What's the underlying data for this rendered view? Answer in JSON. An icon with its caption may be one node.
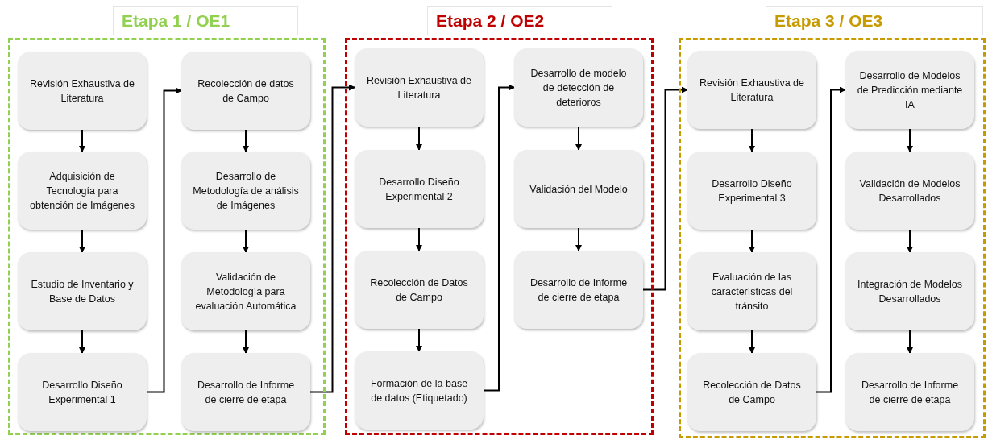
{
  "diagram": {
    "nodes": [
      {
        "text": [
          "Etapa 1 / OE1"
        ]
      },
      {
        "text": [
          "Revisión Exhaustiva de Literatura"
        ],
        "in": 0
      },
      {
        "text": [
          "Adquisición de Tecnología para obtención de Imágenes"
        ],
        "in": 0
      },
      {
        "text": [
          "Estudio de Inventario y Base de Datos"
        ],
        "in": 0
      },
      {
        "text": [
          "Desarrollo Diseño Experimental 1"
        ],
        "in": 0
      },
      {
        "text": [
          "Recolección de datos de Campo"
        ],
        "in": 0
      },
      {
        "text": [
          "Desarrollo de Metodología de análisis de Imágenes"
        ],
        "in": 0
      },
      {
        "text": [
          "Validación de Metodología para evaluación Automática"
        ],
        "in": 0
      },
      {
        "text": [
          "Desarrollo de Informe de cierre de etapa"
        ],
        "in": 0
      },
      {
        "text": [
          "Etapa 2 / OE2"
        ]
      },
      {
        "text": [
          "Revisión Exhaustiva de Literatura"
        ],
        "in": 9
      },
      {
        "text": [
          "Desarrollo Diseño Experimental 2"
        ],
        "in": 9
      },
      {
        "text": [
          "Recolección de Datos de Campo"
        ],
        "in": 9
      },
      {
        "text": [
          "Formación de la base de datos (Etiquetado)"
        ],
        "in": 9
      },
      {
        "text": [
          "Desarrollo de modelo de detección de deterioros"
        ],
        "in": 9
      },
      {
        "text": [
          "Validación del Modelo"
        ],
        "in": 9
      },
      {
        "text": [
          "Desarrollo de Informe de cierre de etapa"
        ],
        "in": 9
      },
      {
        "text": [
          "Etapa 3 / OE3"
        ]
      },
      {
        "text": [
          "Revisión Exhaustiva de Literatura"
        ],
        "in": 17
      },
      {
        "text": [
          "Desarrollo Diseño Experimental 3"
        ],
        "in": 17
      },
      {
        "text": [
          "Evaluación de las características del tránsito"
        ],
        "in": 17
      },
      {
        "text": [
          "Recolección de Datos de Campo"
        ],
        "in": 17
      },
      {
        "text": [
          "Desarrollo de Modelos de Predicción mediante IA"
        ],
        "in": 17
      },
      {
        "text": [
          "Validación de Modelos Desarrollados"
        ],
        "in": 17
      },
      {
        "text": [
          "Integración de Modelos Desarrollados"
        ],
        "in": 17
      },
      {
        "text": [
          "Desarrollo de Informe de cierre de etapa"
        ],
        "in": 17
      }
    ],
    "edges": [
      {
        "from": 1,
        "to": 2,
        "arrow": "to"
      },
      {
        "from": 2,
        "to": 3,
        "arrow": "to"
      },
      {
        "from": 3,
        "to": 4,
        "arrow": "to"
      },
      {
        "from": 4,
        "to": 5,
        "arrow": "to"
      },
      {
        "from": 5,
        "to": 6,
        "arrow": "to"
      },
      {
        "from": 6,
        "to": 7,
        "arrow": "to"
      },
      {
        "from": 7,
        "to": 8,
        "arrow": "to"
      },
      {
        "from": 8,
        "to": 10,
        "arrow": "to"
      },
      {
        "from": 10,
        "to": 11,
        "arrow": "to"
      },
      {
        "from": 11,
        "to": 12,
        "arrow": "to"
      },
      {
        "from": 12,
        "to": 13,
        "arrow": "to"
      },
      {
        "from": 13,
        "to": 14,
        "arrow": "to"
      },
      {
        "from": 14,
        "to": 15,
        "arrow": "to"
      },
      {
        "from": 15,
        "to": 16,
        "arrow": "to"
      },
      {
        "from": 16,
        "to": 18,
        "arrow": "to"
      },
      {
        "from": 18,
        "to": 19,
        "arrow": "to"
      },
      {
        "from": 19,
        "to": 20,
        "arrow": "to"
      },
      {
        "from": 20,
        "to": 21,
        "arrow": "to"
      },
      {
        "from": 21,
        "to": 22,
        "arrow": "to"
      },
      {
        "from": 22,
        "to": 23,
        "arrow": "to"
      },
      {
        "from": 23,
        "to": 24,
        "arrow": "to"
      },
      {
        "from": 24,
        "to": 25,
        "arrow": "to"
      }
    ]
  }
}
